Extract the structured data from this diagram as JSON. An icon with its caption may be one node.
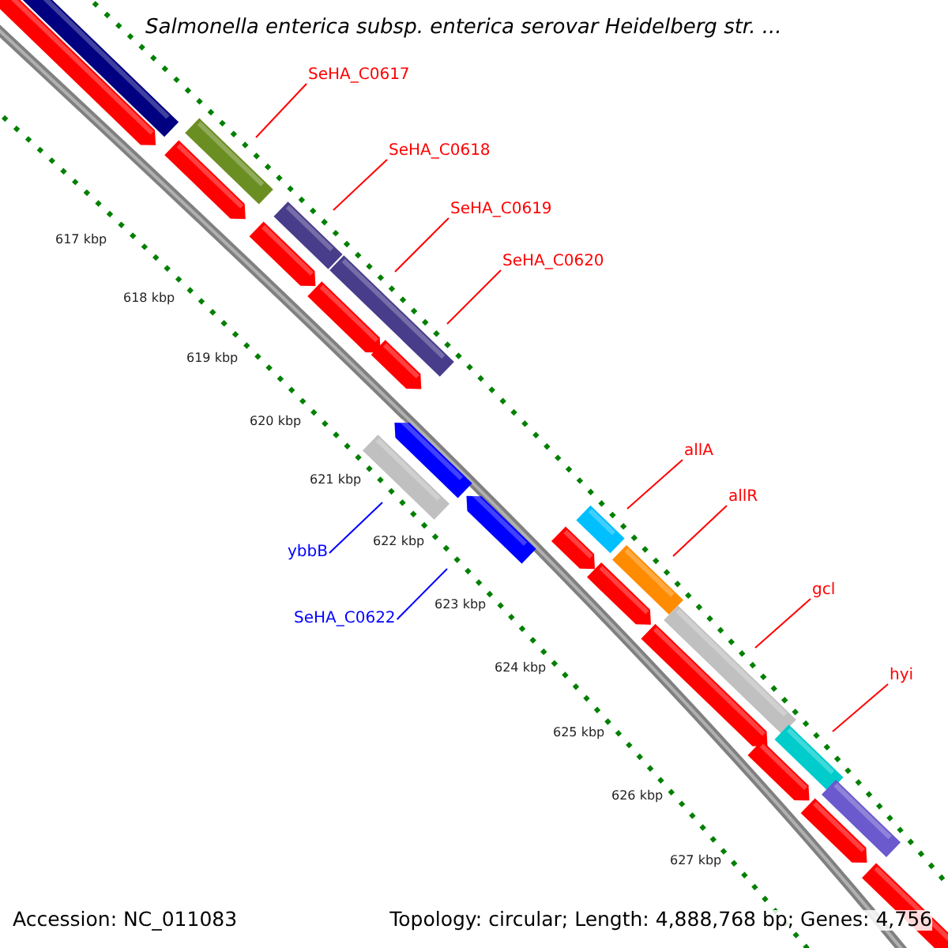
{
  "diagram": {
    "title": "Salmonella enterica subsp. enterica serovar Heidelberg str. ...",
    "nodes": [
      {
        "text": [
          "SeHA_C0617"
        ]
      },
      {
        "text": [
          "SeHA_C0618"
        ]
      },
      {
        "text": [
          "SeHA_C0619"
        ]
      },
      {
        "text": [
          "SeHA_C0620"
        ]
      },
      {
        "text": [
          "allA"
        ]
      },
      {
        "text": [
          "allR"
        ]
      },
      {
        "text": [
          "gcl"
        ]
      },
      {
        "text": [
          "hyi"
        ]
      },
      {
        "text": [
          "ybbB"
        ]
      },
      {
        "text": [
          "SeHA_C0622"
        ]
      }
    ],
    "edges": [
      {
        "from": 0,
        "to": null,
        "arrow": "none"
      },
      {
        "from": 1,
        "to": null,
        "arrow": "none"
      },
      {
        "from": 2,
        "to": null,
        "arrow": "none"
      },
      {
        "from": 3,
        "to": null,
        "arrow": "none"
      },
      {
        "from": 4,
        "to": null,
        "arrow": "none"
      },
      {
        "from": 5,
        "to": null,
        "arrow": "none"
      },
      {
        "from": 6,
        "to": null,
        "arrow": "none"
      },
      {
        "from": 7,
        "to": null,
        "arrow": "none"
      },
      {
        "from": 8,
        "to": null,
        "arrow": "none",
        "color": "#0000ff"
      },
      {
        "from": 9,
        "to": null,
        "arrow": "none",
        "color": "#0000ff"
      }
    ],
    "labels": [
      "617 kbp",
      "618 kbp",
      "619 kbp",
      "620 kbp",
      "621 kbp",
      "622 kbp",
      "623 kbp",
      "624 kbp",
      "625 kbp",
      "626 kbp",
      "627 kbp",
      "Accession: NC_011083",
      "Topology: circular; Length: 4,888,768 bp; Genes: 4,756"
    ]
  }
}
